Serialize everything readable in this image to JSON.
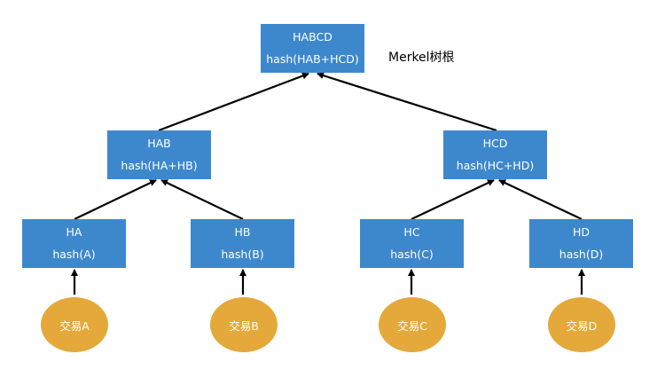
{
  "root_label": "Merkel树根",
  "nodes": {
    "habcd": {
      "name": "HABCD",
      "formula": "hash(HAB+HCD)"
    },
    "hab": {
      "name": "HAB",
      "formula": "hash(HA+HB)"
    },
    "hcd": {
      "name": "HCD",
      "formula": "hash(HC+HD)"
    },
    "ha": {
      "name": "HA",
      "formula": "hash(A)"
    },
    "hb": {
      "name": "HB",
      "formula": "hash(B)"
    },
    "hc": {
      "name": "HC",
      "formula": "hash(C)"
    },
    "hd": {
      "name": "HD",
      "formula": "hash(D)"
    }
  },
  "transactions": {
    "a": "交易A",
    "b": "交易B",
    "c": "交易C",
    "d": "交易D"
  },
  "colors": {
    "node_fill": "#3d88cd",
    "transaction_fill": "#e4a93a",
    "arrow": "#000000"
  }
}
